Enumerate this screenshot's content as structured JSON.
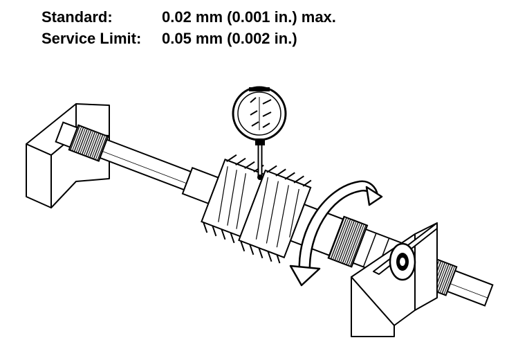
{
  "specs": {
    "standard": {
      "label": "Standard:",
      "value": "0.02 mm (0.001 in.) max."
    },
    "service_limit": {
      "label": "Service Limit:",
      "value": "0.05 mm (0.002 in.)"
    }
  },
  "illustration": {
    "parts": [
      "v-block-left",
      "v-block-right",
      "shaft",
      "helical-gear",
      "dial-indicator",
      "rotation-arrow"
    ]
  }
}
